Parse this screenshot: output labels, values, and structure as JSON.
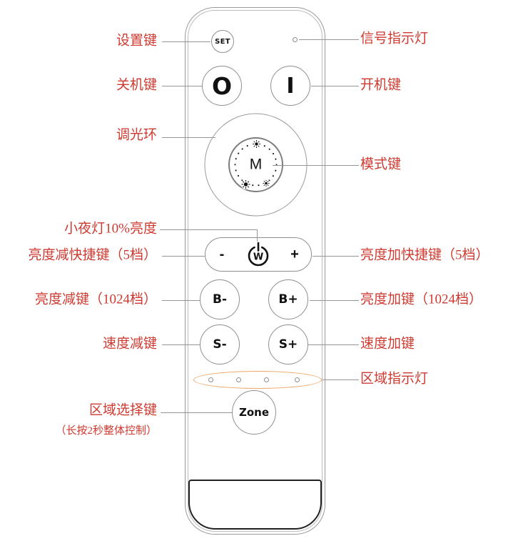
{
  "figure": {
    "type": "remote-control-annotation-diagram"
  },
  "remote": {
    "buttons": {
      "set": "SET",
      "power_off": "O",
      "power_on": "I",
      "mode": "M",
      "dim_minus": "-",
      "dim_plus": "+",
      "night_light": "W",
      "bright_minus": "B-",
      "bright_plus": "B+",
      "speed_minus": "S-",
      "speed_plus": "S+",
      "zone": "Zone"
    },
    "zone_led_count": 4
  },
  "annotations": {
    "left": [
      {
        "label": "设置键"
      },
      {
        "label": "关机键"
      },
      {
        "label": "调光环"
      },
      {
        "label": "小夜灯10%亮度"
      },
      {
        "label": "亮度减快捷键（5档）"
      },
      {
        "label": "亮度减键（1024档）"
      },
      {
        "label": "速度减键"
      },
      {
        "label": "区域选择键",
        "sublabel": "（长按2秒整体控制）"
      }
    ],
    "right": [
      {
        "label": "信号指示灯"
      },
      {
        "label": "开机键"
      },
      {
        "label": "模式键"
      },
      {
        "label": "亮度加快捷键（5档）"
      },
      {
        "label": "亮度加键（1024档）"
      },
      {
        "label": "速度加键"
      },
      {
        "label": "区域指示灯"
      }
    ]
  },
  "colors": {
    "annotation_red": "#ce3a30",
    "zone_ellipse_orange": "#eca666",
    "outline_gray": "#9a9a9a"
  }
}
